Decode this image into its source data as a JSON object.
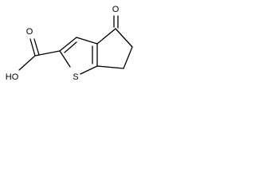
{
  "molecule": {
    "atoms": {
      "sulfur": "S",
      "ketone_oxygen": "O",
      "carbonyl_oxygen": "O",
      "hydroxyl": "HO"
    }
  }
}
